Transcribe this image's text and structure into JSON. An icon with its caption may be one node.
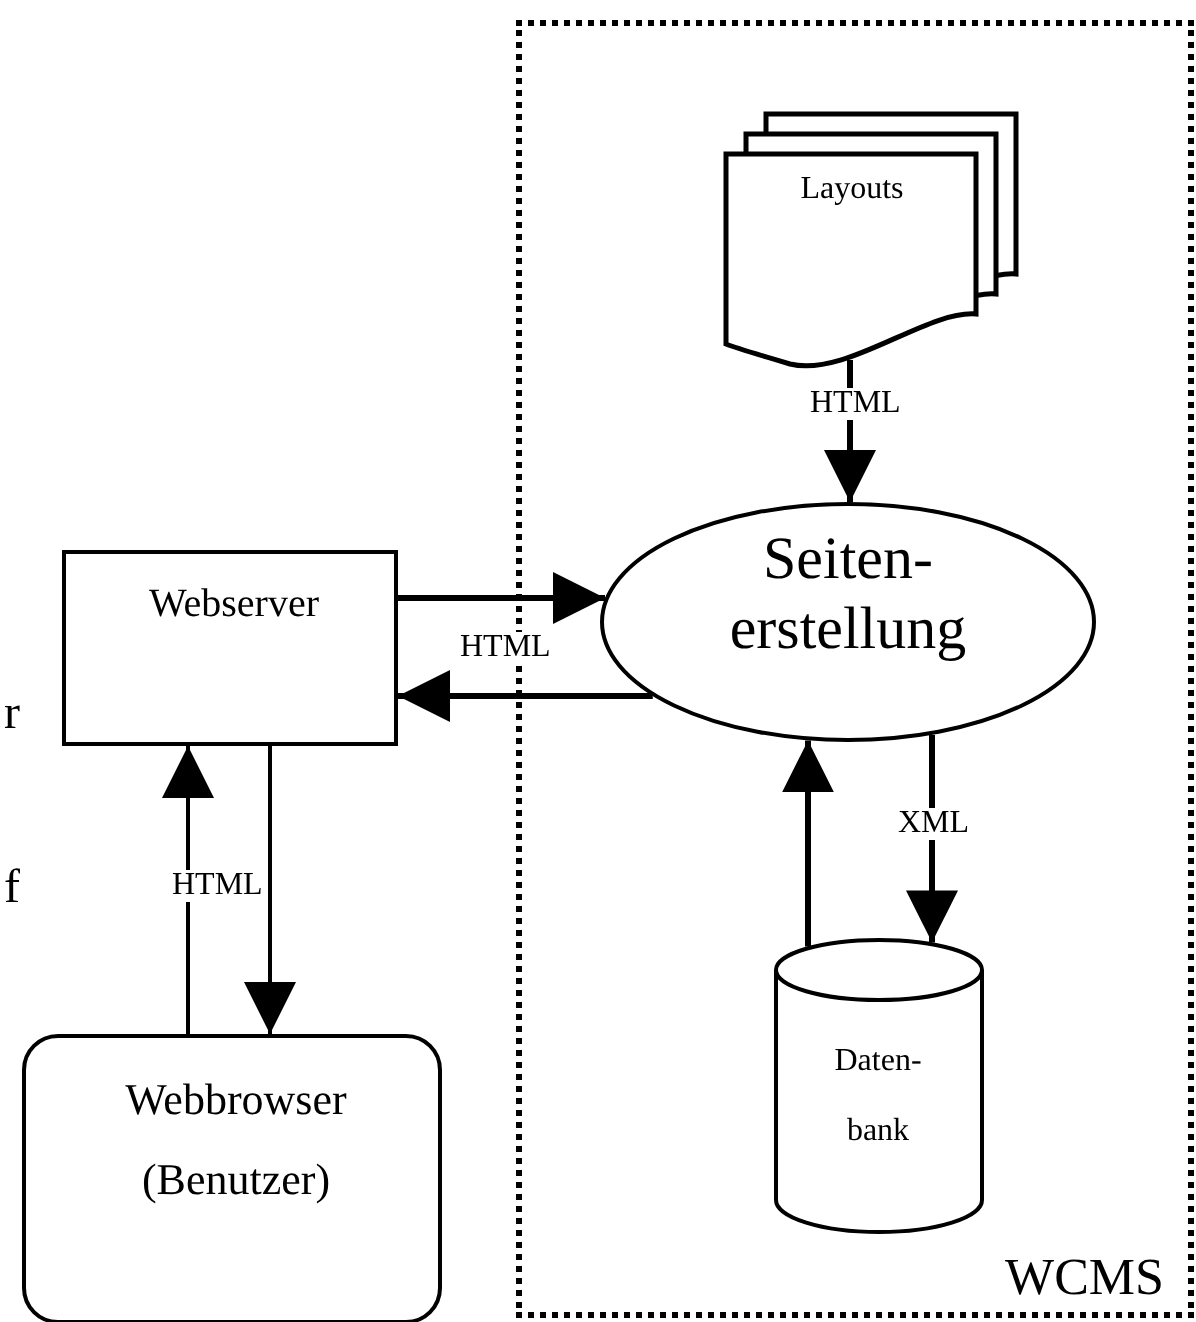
{
  "diagram": {
    "nodes": [
      {
        "text": [
          "WCMS"
        ]
      },
      {
        "text": [
          "Layouts"
        ],
        "in": 0
      },
      {
        "text": [
          "Seiten- erstellung"
        ],
        "in": 0
      },
      {
        "text": [
          "Daten- bank"
        ],
        "in": 0
      },
      {
        "text": [
          "Webserver"
        ]
      },
      {
        "text": [
          "Webbrowser",
          "(Benutzer)"
        ]
      }
    ],
    "edges": [
      {
        "from": 1,
        "to": 2,
        "arrow": "to",
        "label": "HTML"
      },
      {
        "from": 4,
        "to": 2,
        "arrow": "to",
        "label": "HTML"
      },
      {
        "from": 2,
        "to": 4,
        "arrow": "to"
      },
      {
        "from": 5,
        "to": 4,
        "arrow": "to",
        "label": "HTML"
      },
      {
        "from": 4,
        "to": 5,
        "arrow": "to"
      },
      {
        "from": 3,
        "to": 2,
        "arrow": "to"
      },
      {
        "from": 2,
        "to": 3,
        "arrow": "to",
        "label": "XML"
      }
    ],
    "labels": [
      "r",
      "f"
    ]
  }
}
